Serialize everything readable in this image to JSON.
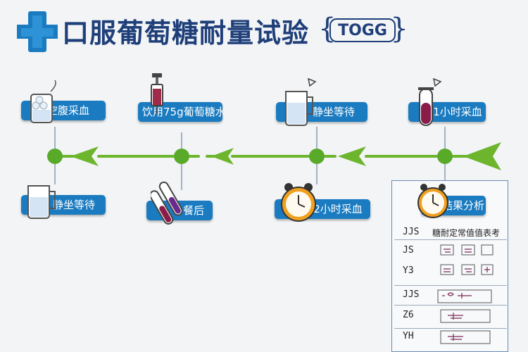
{
  "header": {
    "title": "口服葡萄糖耐量试验",
    "tag": "TOGG",
    "colors": {
      "title": "#1f3f7a",
      "cross": "#1a7bc0"
    }
  },
  "steps": [
    {
      "label": "空腹采血",
      "icon": "beaker-icon"
    },
    {
      "label": "饮用75g葡萄糖水",
      "icon": "syringe-icon"
    },
    {
      "label": "静坐等待",
      "icon": "beaker-icon"
    },
    {
      "label": "1小时采血",
      "icon": "test-tube-icon"
    },
    {
      "label": "静坐等待",
      "icon": "beaker-icon"
    },
    {
      "label": "餐后",
      "icon": "test-tubes-icon"
    },
    {
      "label": "2小时采血",
      "icon": "clock-icon"
    },
    {
      "label": "结果分析",
      "icon": "clock-icon"
    }
  ],
  "result_table": {
    "header": "糖耐定常值值表考",
    "rows": [
      "JJS",
      "JS",
      "Y3",
      "JJS",
      "Z6",
      "YH"
    ]
  },
  "colors": {
    "node_fill": "#1a7bc0",
    "arrow": "#6cb52d",
    "dot": "#5aaa2a"
  }
}
